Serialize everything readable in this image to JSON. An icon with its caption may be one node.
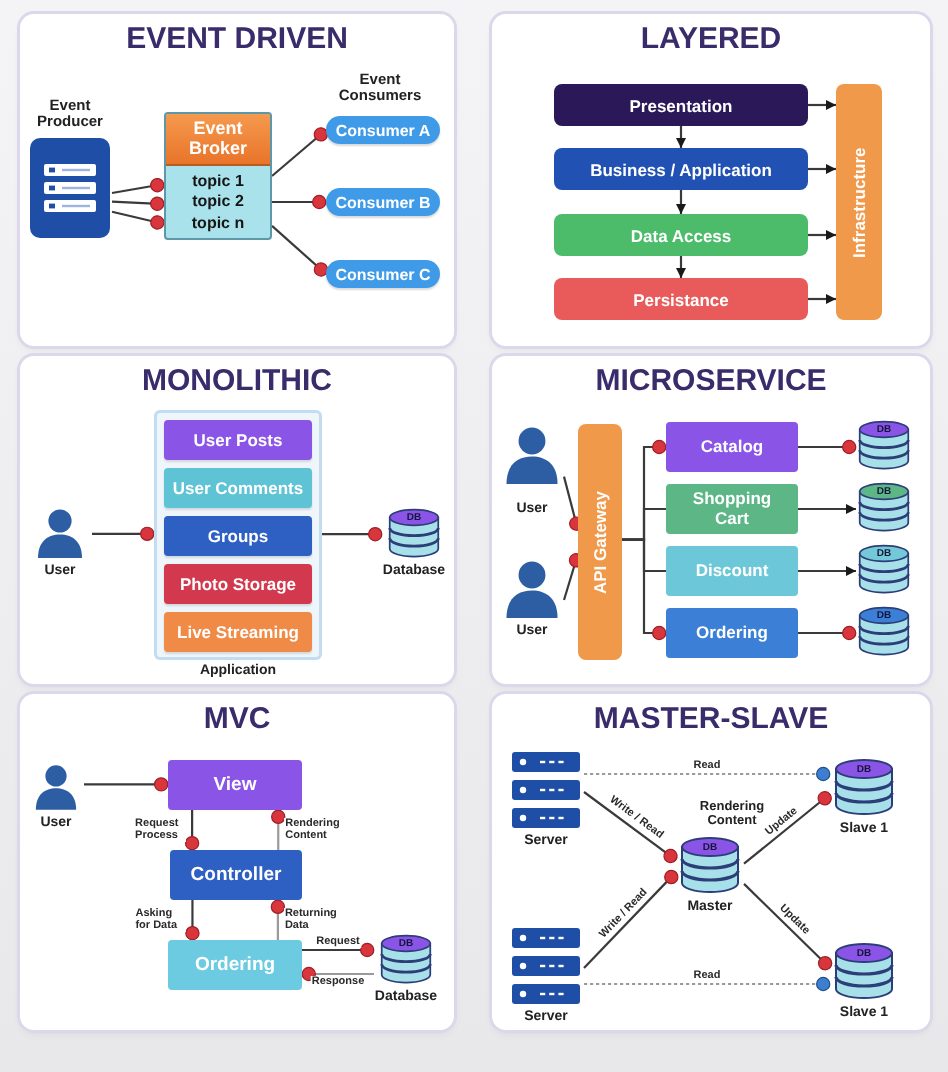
{
  "diagram": {
    "nodes": [
      {
        "text": [
          "EVENT DRIVEN"
        ]
      },
      {
        "text": [
          "Event Producer"
        ],
        "in": 0
      },
      {
        "text": [
          "Event Broker",
          "topic 1",
          "topic 2",
          "topic n"
        ],
        "in": 0
      },
      {
        "text": [
          "Consumer A"
        ],
        "in": 0
      },
      {
        "text": [
          "Consumer B"
        ],
        "in": 0
      },
      {
        "text": [
          "Consumer C"
        ],
        "in": 0
      },
      {
        "text": [
          "LAYERED"
        ]
      },
      {
        "text": [
          "Presentation"
        ],
        "in": 6
      },
      {
        "text": [
          "Business / Application"
        ],
        "in": 6
      },
      {
        "text": [
          "Data Access"
        ],
        "in": 6
      },
      {
        "text": [
          "Persistance"
        ],
        "in": 6
      },
      {
        "text": [
          "Infrastructure"
        ],
        "in": 6
      },
      {
        "text": [
          "MONOLITHIC"
        ]
      },
      {
        "text": [
          "User"
        ],
        "in": 12
      },
      {
        "text": [
          "Application"
        ],
        "in": 12
      },
      {
        "text": [
          "User Posts"
        ],
        "in": 14
      },
      {
        "text": [
          "User Comments"
        ],
        "in": 14
      },
      {
        "text": [
          "Groups"
        ],
        "in": 14
      },
      {
        "text": [
          "Photo Storage"
        ],
        "in": 14
      },
      {
        "text": [
          "Live Streaming"
        ],
        "in": 14
      },
      {
        "text": [
          "DB",
          "Database"
        ],
        "in": 12
      },
      {
        "text": [
          "MICROSERVICE"
        ]
      },
      {
        "text": [
          "User"
        ],
        "in": 21
      },
      {
        "text": [
          "User"
        ],
        "in": 21
      },
      {
        "text": [
          "API Gateway"
        ],
        "in": 21
      },
      {
        "text": [
          "Catalog"
        ],
        "in": 21
      },
      {
        "text": [
          "Shopping Cart"
        ],
        "in": 21
      },
      {
        "text": [
          "Discount"
        ],
        "in": 21
      },
      {
        "text": [
          "Ordering"
        ],
        "in": 21
      },
      {
        "text": [
          "DB"
        ],
        "in": 21
      },
      {
        "text": [
          "DB"
        ],
        "in": 21
      },
      {
        "text": [
          "DB"
        ],
        "in": 21
      },
      {
        "text": [
          "DB"
        ],
        "in": 21
      },
      {
        "text": [
          "MVC"
        ]
      },
      {
        "text": [
          "User"
        ],
        "in": 33
      },
      {
        "text": [
          "View"
        ],
        "in": 33
      },
      {
        "text": [
          "Controller"
        ],
        "in": 33
      },
      {
        "text": [
          "Ordering"
        ],
        "in": 33
      },
      {
        "text": [
          "DB",
          "Database"
        ],
        "in": 33
      },
      {
        "text": [
          "MASTER-SLAVE"
        ]
      },
      {
        "text": [
          "Server"
        ],
        "in": 39
      },
      {
        "text": [
          "DB",
          "Slave 1"
        ],
        "in": 39
      },
      {
        "text": [
          "DB",
          "Master"
        ],
        "in": 39,
        "beside": [
          "Rendering Content"
        ]
      },
      {
        "text": [
          "Server"
        ],
        "in": 39
      },
      {
        "text": [
          "DB",
          "Slave 1"
        ],
        "in": 39
      }
    ],
    "edges": [
      {
        "from": 1,
        "to": 2,
        "arrow": "other"
      },
      {
        "from": 1,
        "to": 2,
        "arrow": "other"
      },
      {
        "from": 1,
        "to": 2,
        "arrow": "other"
      },
      {
        "from": 2,
        "to": 3,
        "arrow": "other"
      },
      {
        "from": 2,
        "to": 4,
        "arrow": "other"
      },
      {
        "from": 2,
        "to": 5,
        "arrow": "other"
      },
      {
        "from": 7,
        "to": 8,
        "arrow": "to"
      },
      {
        "from": 8,
        "to": 9,
        "arrow": "to"
      },
      {
        "from": 9,
        "to": 10,
        "arrow": "to"
      },
      {
        "from": 7,
        "to": 11,
        "arrow": "to"
      },
      {
        "from": 8,
        "to": 11,
        "arrow": "to"
      },
      {
        "from": 9,
        "to": 11,
        "arrow": "to"
      },
      {
        "from": 10,
        "to": 11,
        "arrow": "to"
      },
      {
        "from": 13,
        "to": 14,
        "arrow": "other"
      },
      {
        "from": 14,
        "to": 20,
        "arrow": "other"
      },
      {
        "from": 22,
        "to": 24,
        "arrow": "other"
      },
      {
        "from": 23,
        "to": 24,
        "arrow": "other"
      },
      {
        "from": 24,
        "to": 25,
        "arrow": "other"
      },
      {
        "from": 24,
        "to": 26,
        "arrow": "none"
      },
      {
        "from": 24,
        "to": 27,
        "arrow": "none"
      },
      {
        "from": 24,
        "to": 28,
        "arrow": "other"
      },
      {
        "from": 25,
        "to": 29,
        "arrow": "other"
      },
      {
        "from": 26,
        "to": 30,
        "arrow": "to"
      },
      {
        "from": 27,
        "to": 31,
        "arrow": "to"
      },
      {
        "from": 28,
        "to": 32,
        "arrow": "other"
      },
      {
        "from": 34,
        "to": 35,
        "arrow": "other"
      },
      {
        "from": 35,
        "to": 36,
        "arrow": "other",
        "label": "Request Process"
      },
      {
        "from": 36,
        "to": 35,
        "arrow": "other",
        "label": "Rendering Content",
        "color": "#9a9a9a"
      },
      {
        "from": 36,
        "to": 37,
        "arrow": "other",
        "label": "Asking for Data"
      },
      {
        "from": 37,
        "to": 36,
        "arrow": "other",
        "label": "Returning Data",
        "color": "#9a9a9a"
      },
      {
        "from": 37,
        "to": 38,
        "arrow": "other",
        "label": "Request"
      },
      {
        "from": 38,
        "to": 37,
        "arrow": "other",
        "label": "Response",
        "color": "#9a9a9a"
      },
      {
        "from": 40,
        "to": 42,
        "arrow": "other",
        "label": "Write / Read"
      },
      {
        "from": 43,
        "to": 42,
        "arrow": "other",
        "label": "Write / Read"
      },
      {
        "from": 42,
        "to": 41,
        "arrow": "other",
        "label": "Update"
      },
      {
        "from": 42,
        "to": 44,
        "arrow": "other",
        "label": "Update"
      },
      {
        "from": 40,
        "to": 41,
        "arrow": "other",
        "label": "Read",
        "style": "dashed",
        "color": "#9a9a9a"
      },
      {
        "from": 43,
        "to": 44,
        "arrow": "other",
        "label": "Read",
        "style": "dashed",
        "color": "#9a9a9a"
      }
    ],
    "labels": [
      "Event Consumers"
    ]
  }
}
